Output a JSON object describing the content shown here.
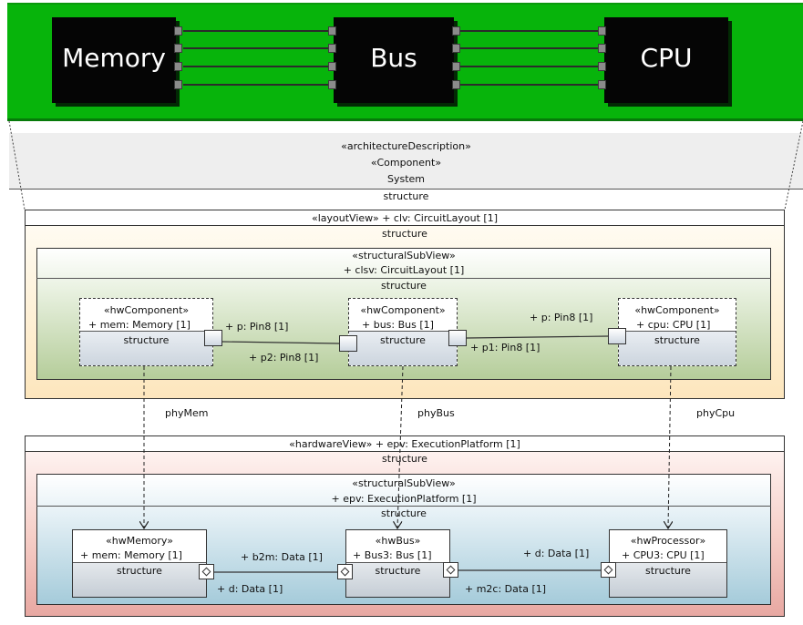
{
  "banner": {
    "chips": [
      {
        "label": "Memory"
      },
      {
        "label": "Bus"
      },
      {
        "label": "CPU"
      }
    ]
  },
  "system": {
    "stereo1": "«architectureDescription»",
    "stereo2": "«Component»",
    "name": "System",
    "compartment": "structure"
  },
  "layout_view": {
    "header": "«layoutView»  + clv: CircuitLayout [1]",
    "compartment": "structure",
    "subview": {
      "stereo": "«structuralSubView»",
      "name": "+ clsv: CircuitLayout [1]",
      "compartment": "structure"
    },
    "components": [
      {
        "stereo": "«hwComponent»",
        "name": "+ mem: Memory [1]",
        "compartment": "structure"
      },
      {
        "stereo": "«hwComponent»",
        "name": "+ bus: Bus [1]",
        "compartment": "structure"
      },
      {
        "stereo": "«hwComponent»",
        "name": "+ cpu: CPU [1]",
        "compartment": "structure"
      }
    ],
    "ports": {
      "p_mem": "+ p: Pin8 [1]",
      "p2_bus": "+ p2: Pin8 [1]",
      "p_cpu": "+ p: Pin8 [1]",
      "p1_bus": "+ p1: Pin8 [1]"
    }
  },
  "allocations": [
    "phyMem",
    "phyBus",
    "phyCpu"
  ],
  "hardware_view": {
    "header": "«hardwareView»  + epv: ExecutionPlatform [1]",
    "compartment": "structure",
    "subview": {
      "stereo": "«structuralSubView»",
      "name": "+ epv: ExecutionPlatform [1]",
      "compartment": "structure"
    },
    "components": [
      {
        "stereo": "«hwMemory»",
        "name": "+ mem: Memory [1]",
        "compartment": "structure"
      },
      {
        "stereo": "«hwBus»",
        "name": "+ Bus3: Bus [1]",
        "compartment": "structure"
      },
      {
        "stereo": "«hwProcessor»",
        "name": "+ CPU3: CPU [1]",
        "compartment": "structure"
      }
    ],
    "ports": {
      "b2m": "+ b2m: Data [1]",
      "d_mem": "+ d: Data [1]",
      "d_cpu": "+ d: Data [1]",
      "m2c": "+ m2c: Data [1]"
    }
  }
}
